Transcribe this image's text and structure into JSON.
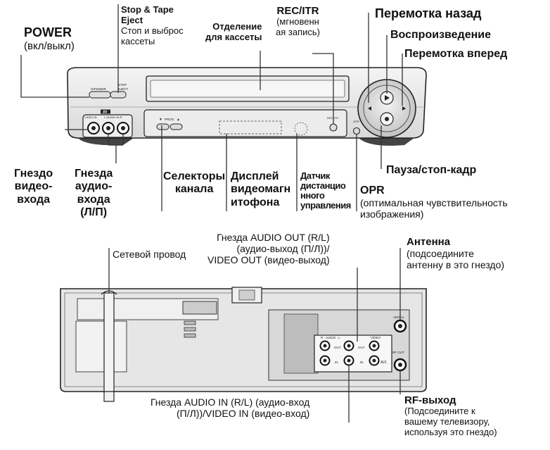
{
  "front_labels": {
    "power": {
      "title": "POWER",
      "desc": "(вкл/выкл)"
    },
    "stop_eject": {
      "title_line1": "Stop & Tape",
      "title_line2": "Eject",
      "desc_line1": "Стоп и выброс",
      "desc_line2": "кассеты"
    },
    "cassette_compartment": {
      "line1": "Отделение",
      "line2": "для кассеты"
    },
    "rec_itr": {
      "title": "REC/ITR",
      "desc_line1": "(мгновенн",
      "desc_line2": "ая запись)"
    },
    "rewind": "Перемотка назад",
    "play": "Воспроизведение",
    "fast_forward": "Перемотка вперед",
    "pause_still": "Пауза/стоп-кадр",
    "video_in_jack": {
      "line1": "Гнездо",
      "line2": "видео-",
      "line3": "входа"
    },
    "audio_in_jacks": {
      "line1": "Гнезда",
      "line2": "аудио-",
      "line3": "входа",
      "line4": "(Л/П)"
    },
    "channel_selectors": {
      "line1": "Селекторы",
      "line2": "канала"
    },
    "vcr_display": {
      "line1": "Дисплей",
      "line2": "видеомагн",
      "line3": "итофона"
    },
    "remote_sensor": {
      "line1": "Датчик",
      "line2": "дистанцио",
      "line3": "нного",
      "line4": "управления"
    },
    "opr": {
      "title": "OPR",
      "desc_line1": "(оптимальная чувствительность",
      "desc_line2": "изображения)"
    }
  },
  "rear_labels": {
    "power_cord": "Сетевой провод",
    "audio_video_out": {
      "line1": "Гнезда AUDIO OUT (R/L)",
      "line2": "(аудио-выход (П/Л))/",
      "line3": "VIDEO OUT (видео-выход)"
    },
    "antenna": {
      "title": "Антенна",
      "desc_line1": "(подсоедините",
      "desc_line2": "антенну в это гнездо)"
    },
    "audio_video_in": {
      "line1": "Гнезда AUDIO IN (R/L) (аудио-вход",
      "line2": "(П/Л))/VIDEO IN (видео-вход)"
    },
    "rf_out": {
      "title": "RF-выход",
      "desc_line1": "(Подсоедините к",
      "desc_line2": "вашему телевизору,",
      "desc_line3": "используя это гнездо)"
    }
  },
  "device_print": {
    "power_button": "O/POWER",
    "stop": "STOP",
    "eject": "EJECT",
    "av": "AV",
    "video_in": "VIDEO IN",
    "audio_in": "L-AUDIO IN-R",
    "prog": "PROG.",
    "rec": "REC/ITR",
    "opr": "OPR",
    "rear_audio": "R - AUDIO - L",
    "rear_video": "VIDEO",
    "out": "OUT",
    "in": "IN",
    "av1": "AV1",
    "aerial": "AERIAL",
    "rf_out": "RF OUT"
  }
}
